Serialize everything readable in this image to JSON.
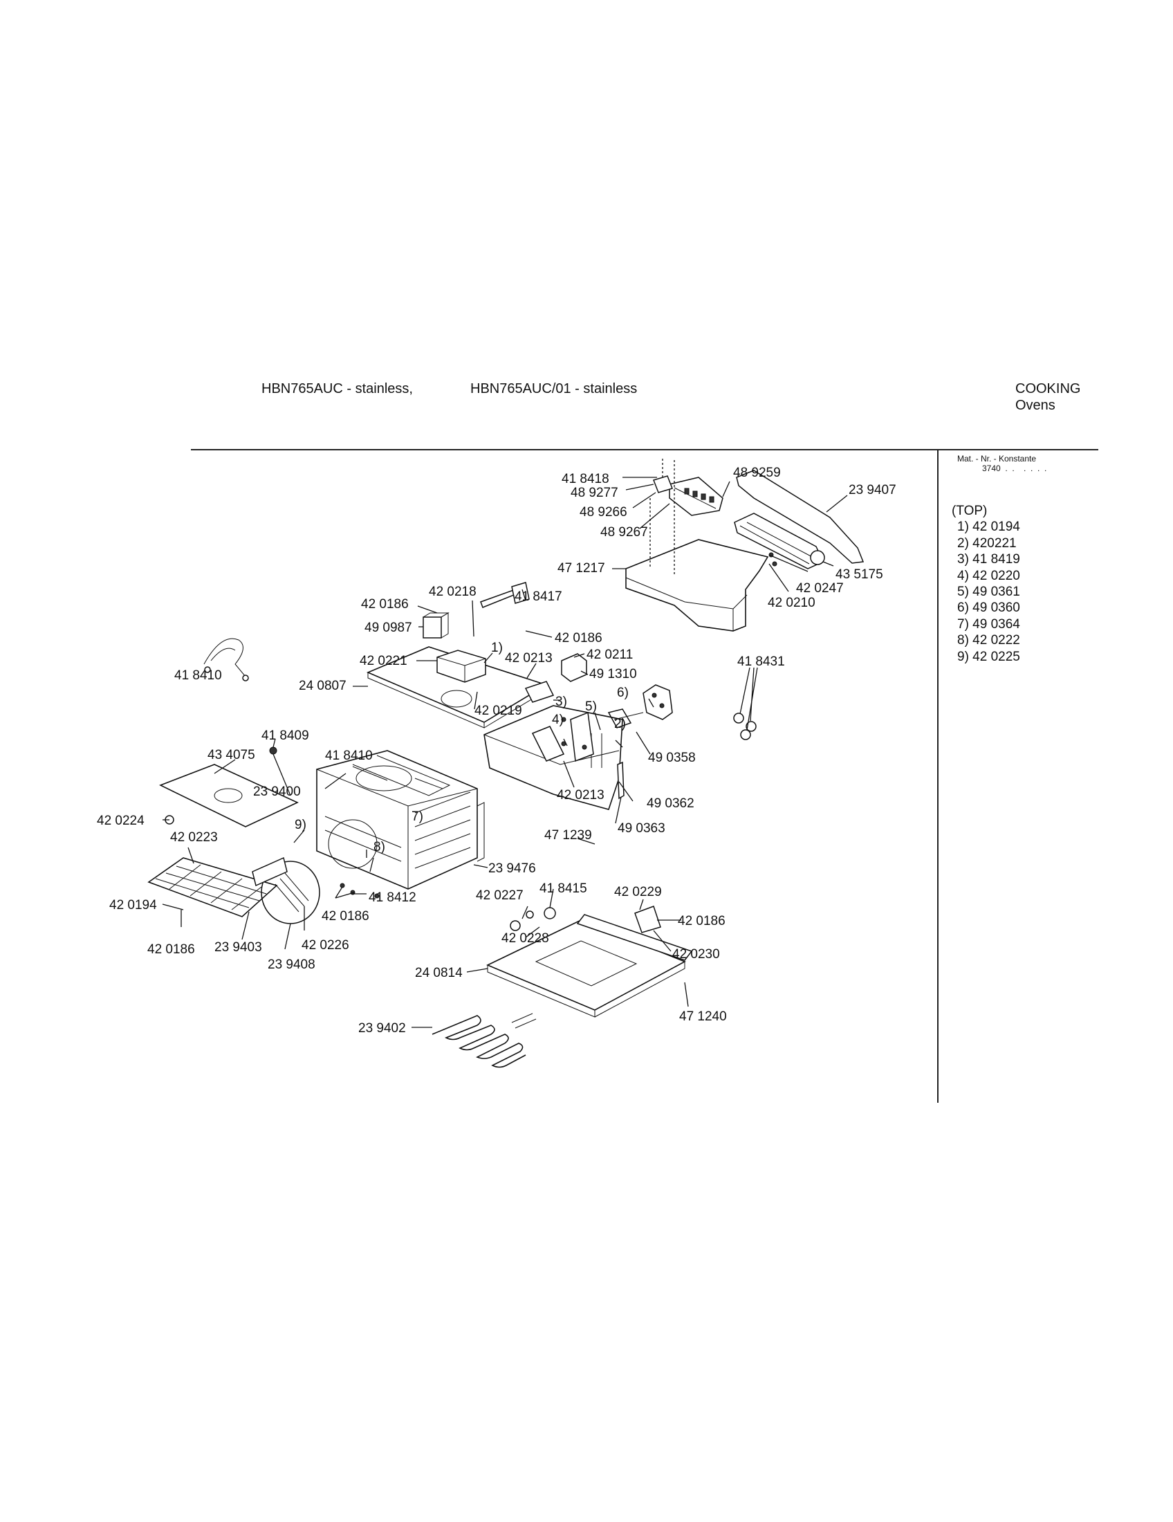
{
  "header": {
    "model_a": "HBN765AUC - stainless,",
    "model_b": "HBN765AUC/01 - stainless",
    "category": "COOKING",
    "subcategory": "Ovens"
  },
  "side_panel": {
    "matnr_label": "Mat. - Nr. - Konstante",
    "matnr_value": "3740  .  .    .  .  .  .",
    "list_title": "(TOP)",
    "items": [
      "1) 42 0194",
      "2) 420221",
      "3) 41 8419",
      "4) 42 0220",
      "5) 49 0361",
      "6) 49 0360",
      "7) 49 0364",
      "8) 42 0222",
      "9) 42 0225"
    ]
  },
  "callouts": [
    "41 8418",
    "48 9277",
    "48 9266",
    "48 9267",
    "48 9259",
    "23 9407",
    "47 1217",
    "42 0247",
    "43 5175",
    "42 0210",
    "42 0186",
    "42 0218",
    "41 8417",
    "49 0987",
    "42 0186",
    "42 0221",
    "42 0213",
    "42 0211",
    "49 1310",
    "1)",
    "24 0807",
    "42 0219",
    "3)",
    "41 8410",
    "41 8431",
    "6)",
    "5)",
    "4)",
    "2)",
    "49 0358",
    "41 8409",
    "43 4075",
    "41 8410",
    "23 9400",
    "42 0213",
    "49 0362",
    "42 0224",
    "9)",
    "7)",
    "8)",
    "47 1239",
    "49 0363",
    "42 0223",
    "23 9476",
    "41 8412",
    "42 0227",
    "41 8415",
    "42 0229",
    "42 0194",
    "42 0186",
    "42 0186",
    "42 0228",
    "42 0230",
    "42 0186",
    "23 9403",
    "42 0226",
    "24 0814",
    "23 9408",
    "47 1240",
    "23 9402"
  ]
}
